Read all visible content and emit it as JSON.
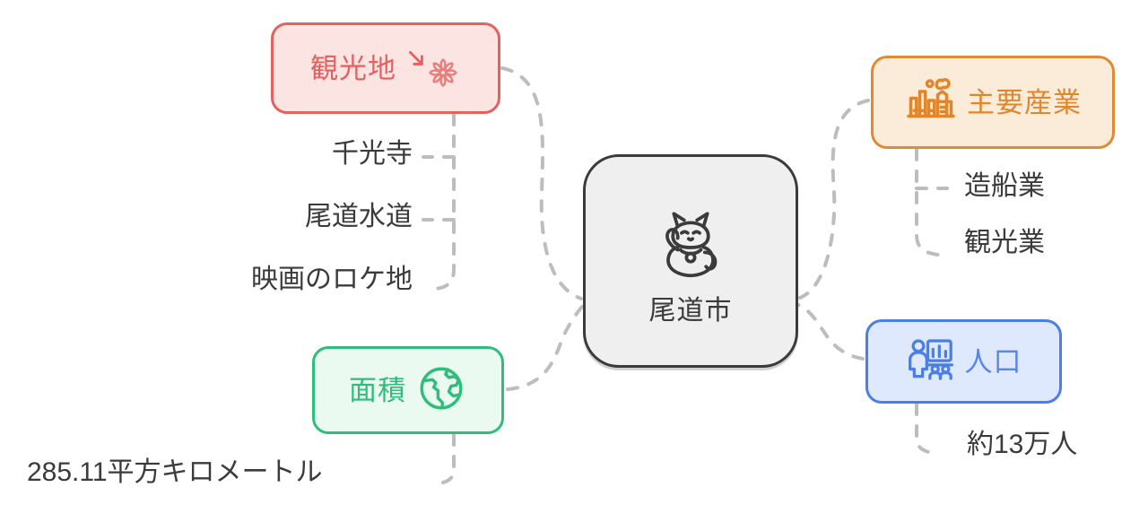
{
  "diagram": {
    "type": "mind-map",
    "title": "尾道市",
    "center": {
      "label": "尾道市",
      "icon": "maneki-neko-icon",
      "border_color": "#3b3b3b",
      "fill_color": "#efefef"
    },
    "branches": [
      {
        "id": "sightseeing",
        "label": "観光地",
        "icons": [
          "arrow-down-right-icon",
          "cherry-blossom-icon"
        ],
        "accent_color": "#e4615f",
        "fill_color": "#fce4e3",
        "position": "top-left",
        "leaves": [
          "千光寺",
          "尾道水道",
          "映画のロケ地"
        ]
      },
      {
        "id": "industry",
        "label": "主要産業",
        "icons": [
          "factory-icon"
        ],
        "accent_color": "#e0862c",
        "fill_color": "#fbecd9",
        "position": "top-right",
        "leaves": [
          "造船業",
          "観光業"
        ]
      },
      {
        "id": "area",
        "label": "面積",
        "icons": [
          "globe-icon"
        ],
        "accent_color": "#2fbd7b",
        "fill_color": "#eafaf1",
        "position": "bottom-left",
        "leaves": [
          "285.11平方キロメートル"
        ]
      },
      {
        "id": "population",
        "label": "人口",
        "icons": [
          "people-presentation-icon"
        ],
        "accent_color": "#5a86e8",
        "fill_color": "#dfe9fd",
        "position": "bottom-right",
        "leaves": [
          "約13万人"
        ]
      }
    ],
    "connector": {
      "style": "dashed",
      "color": "#bdbdbd"
    }
  }
}
